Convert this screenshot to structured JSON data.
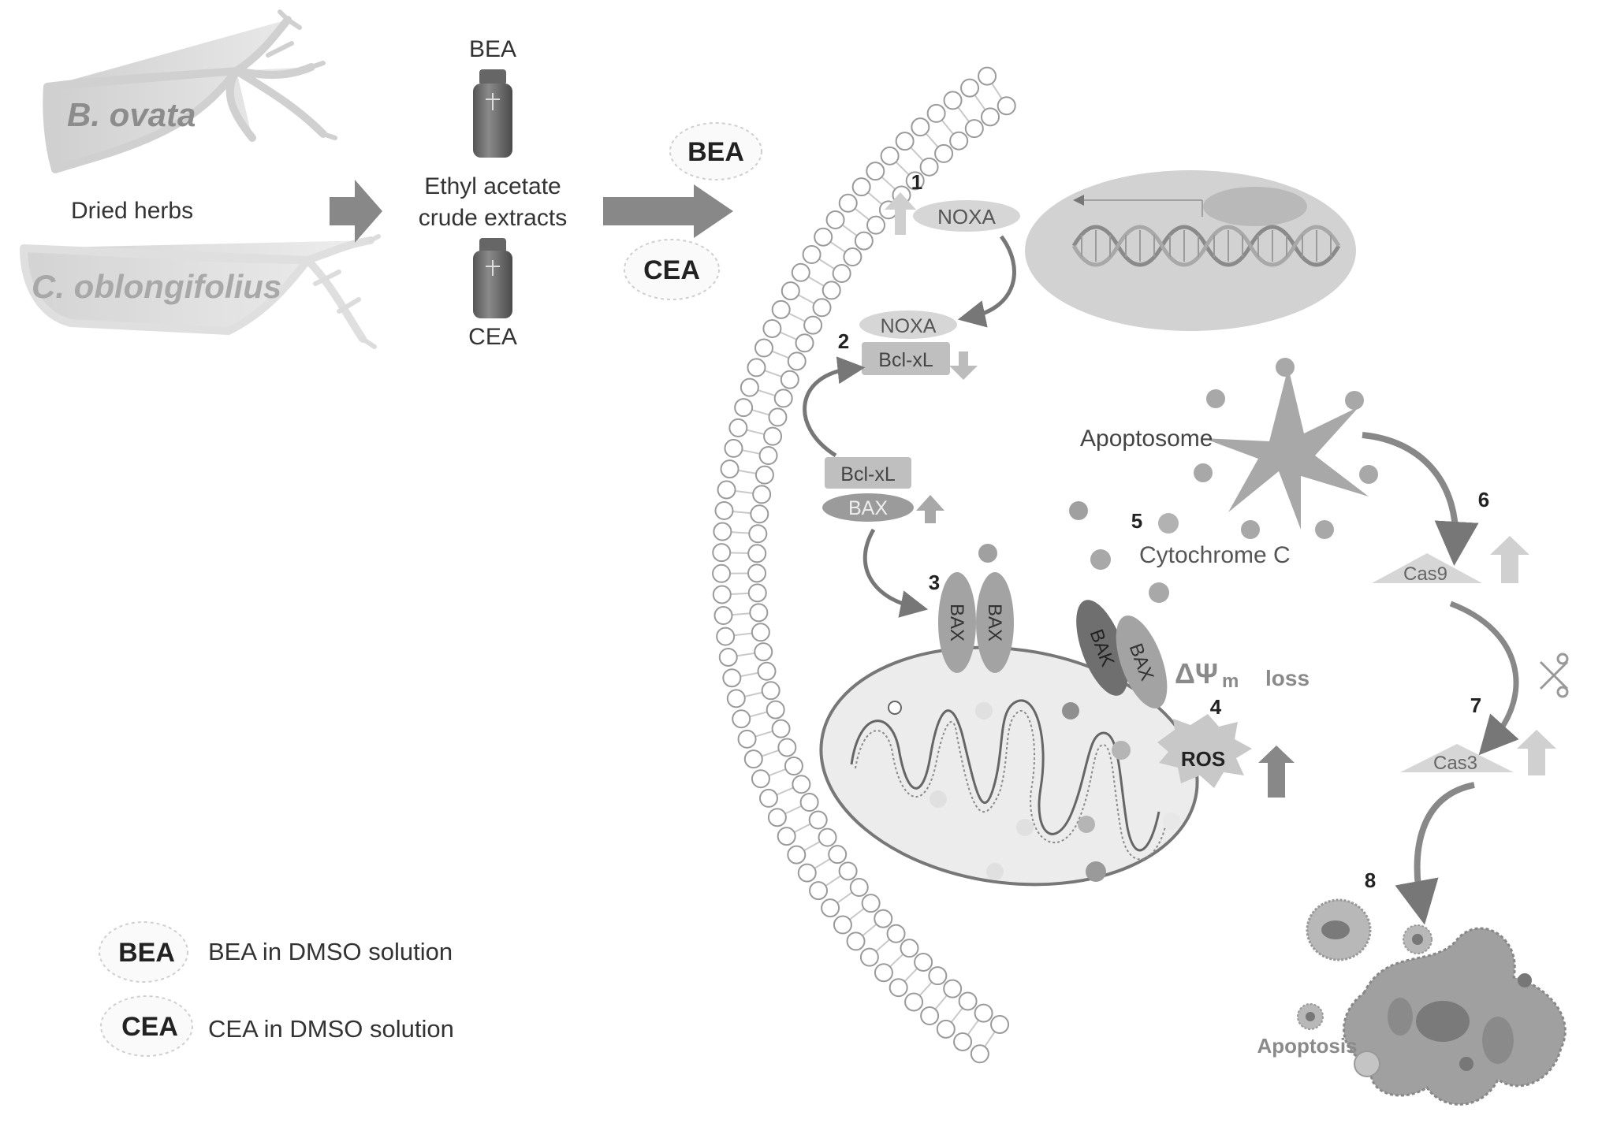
{
  "herbs": {
    "species_1": "B. ovata",
    "species_2": "C. oblongifolius",
    "caption": "Dried herbs"
  },
  "extracts": {
    "vial_top_label": "BEA",
    "vial_bottom_label": "CEA",
    "caption_line_1": "Ethyl acetate",
    "caption_line_2": "crude extracts",
    "bubble_1": "BEA",
    "bubble_2": "CEA"
  },
  "pathway": {
    "step_1": "1",
    "step_2": "2",
    "step_3": "3",
    "step_4": "4",
    "step_5": "5",
    "step_6": "6",
    "step_7": "7",
    "step_8": "8",
    "noxa_top": "NOXA",
    "noxa_complex": "NOXA",
    "bclxl_complex": "Bcl-xL",
    "bclxl_bax": "Bcl-xL",
    "bax_bound": "BAX",
    "bax_pair_1": "BAX",
    "bax_pair_2": "BAX",
    "bak": "BAK",
    "bax_angled": "BAX",
    "psi_symbol": "ΔΨ",
    "psi_subscript": "m",
    "psi_loss": "loss",
    "ros": "ROS",
    "cytochrome": "Cytochrome C",
    "apoptosome": "Apoptosome",
    "cas9": "Cas9",
    "cas3": "Cas3",
    "apoptosis": "Apoptosis"
  },
  "legend": {
    "items": [
      {
        "badge": "BEA",
        "text": "BEA in DMSO solution"
      },
      {
        "badge": "CEA",
        "text": "CEA in DMSO solution"
      }
    ]
  },
  "colors": {
    "background": "#ffffff",
    "dark_gray": "#7a7a7a",
    "mid_gray": "#a6a6a6",
    "light_gray": "#d4d4d4",
    "text": "#333333"
  }
}
